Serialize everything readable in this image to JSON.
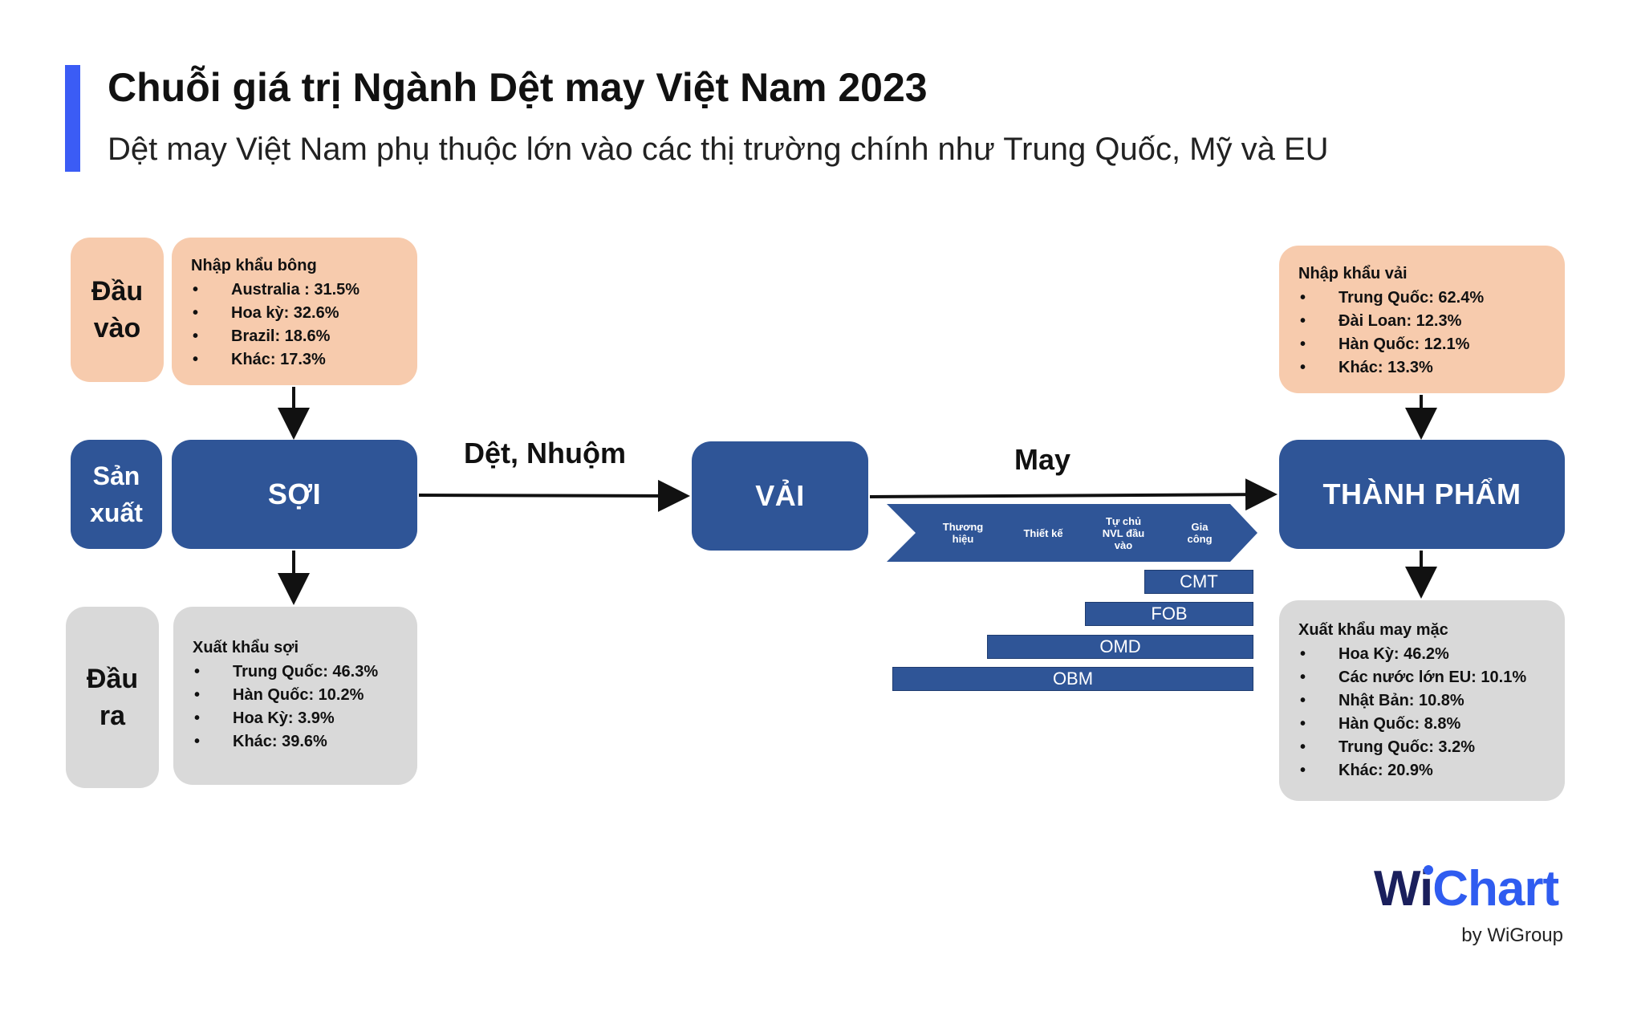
{
  "header": {
    "title": "Chuỗi giá trị Ngành Dệt may Việt Nam 2023",
    "subtitle": "Dệt may Việt Nam phụ thuộc lớn vào các thị trường chính như Trung Quốc, Mỹ và EU"
  },
  "rows": {
    "input": [
      "Đầu",
      "vào"
    ],
    "production": [
      "Sản",
      "xuất"
    ],
    "output": [
      "Đầu",
      "ra"
    ]
  },
  "nodes": {
    "yarn": "SỢI",
    "fabric": "VẢI",
    "finished": "THÀNH PHẨM"
  },
  "flows": {
    "weave_dye": "Dệt, Nhuộm",
    "sew": "May"
  },
  "cotton_import": {
    "title": "Nhập khẩu bông",
    "items": [
      "Australia : 31.5%",
      "Hoa kỳ: 32.6%",
      "Brazil: 18.6%",
      "Khác:  17.3%"
    ]
  },
  "yarn_export": {
    "title": "Xuất khẩu sợi",
    "items": [
      "Trung Quốc: 46.3%",
      "Hàn Quốc: 10.2%",
      "Hoa Kỳ: 3.9%",
      "Khác:  39.6%"
    ]
  },
  "fabric_import": {
    "title": "Nhập khẩu vải",
    "items": [
      "Trung Quốc: 62.4%",
      "Đài Loan: 12.3%",
      "Hàn Quốc: 12.1%",
      "Khác:  13.3%"
    ]
  },
  "garment_export": {
    "title": "Xuất khẩu may mặc",
    "items": [
      "Hoa Kỳ: 46.2%",
      "Các nước lớn EU: 10.1%",
      "Nhật Bản: 10.8%",
      "Hàn Quốc: 8.8%",
      "Trung Quốc: 3.2%",
      "Khác: 20.9%"
    ]
  },
  "value_steps": [
    [
      "Thương",
      "hiệu"
    ],
    [
      "Thiết kế"
    ],
    [
      "Tự chủ",
      "NVL đầu",
      "vào"
    ],
    [
      "Gia",
      "công"
    ]
  ],
  "modes": [
    "CMT",
    "FOB",
    "OMD",
    "OBM"
  ],
  "logo": {
    "word_a": "Wi",
    "word_b": "Chart",
    "byline": "by WiGroup"
  },
  "colors": {
    "accent": "#3b5cf5",
    "node_blue": "#2f5597",
    "input_peach": "#f7cbad",
    "output_grey": "#d9d9d9"
  }
}
